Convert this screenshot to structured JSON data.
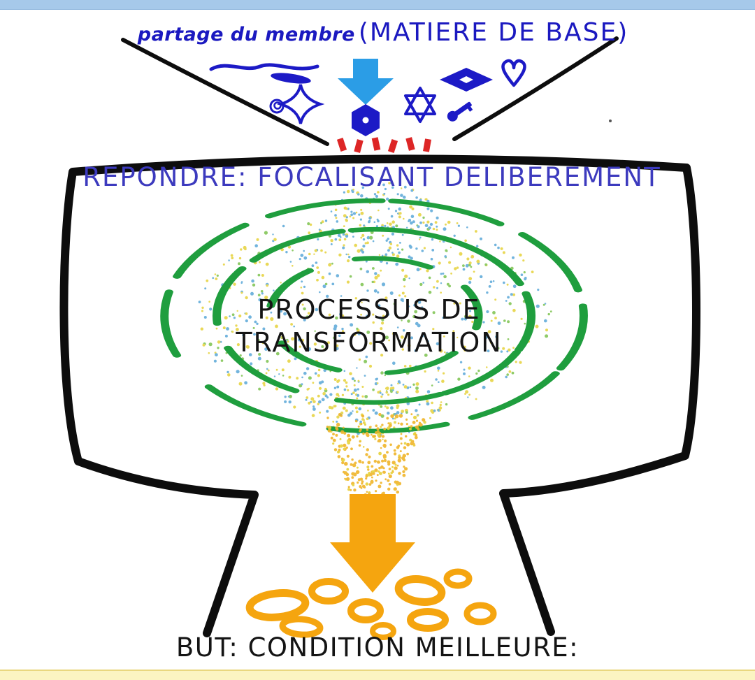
{
  "diagram": {
    "title": {
      "script": "partage du membre",
      "caps": "(MATIERE DE BASE)"
    },
    "machine": {
      "header": "REPONDRE: FOCALISANT DELIBEREMENT",
      "center_line1": "PROCESSUS DE",
      "center_line2": "TRANSFORMATION"
    },
    "output": {
      "caption": "BUT: CONDITION MEILLEURE:"
    },
    "input_shape_names": [
      "scribble-line",
      "dash-blob",
      "four-point-star",
      "spiral-scribble",
      "blue-down-arrow",
      "hexagon",
      "star-of-david",
      "key",
      "diamond",
      "heart"
    ],
    "output_shape_names": [
      "orange-down-arrow",
      "ring-cells"
    ]
  },
  "colors": {
    "top_bar": "#a6c9ea",
    "bottom_bar": "#fbf4c2",
    "ink_blue": "#1c1ac6",
    "header_blue": "#3c3abe",
    "arrow_blue": "#2b9de6",
    "accent_red": "#dd2626",
    "swirl_green": "#1f9e3e",
    "dot_blue": "#5aa8d8",
    "dot_yellow": "#e6d23a",
    "dot_green": "#7cc24e",
    "dot_orange": "#f0b52a",
    "arrow_orange": "#f5a50f",
    "outline_black": "#0d0d0d"
  }
}
